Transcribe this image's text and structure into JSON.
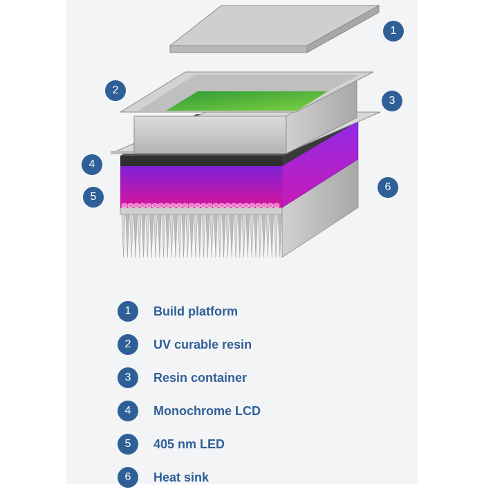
{
  "callouts": [
    "1",
    "2",
    "3",
    "4",
    "5",
    "6"
  ],
  "legend": [
    {
      "number": "1",
      "label": "Build platform"
    },
    {
      "number": "2",
      "label": "UV curable resin"
    },
    {
      "number": "3",
      "label": "Resin container"
    },
    {
      "number": "4",
      "label": "Monochrome LCD"
    },
    {
      "number": "5",
      "label": "405 nm LED"
    },
    {
      "number": "6",
      "label": "Heat sink"
    }
  ],
  "colors": {
    "accent": "#2f5f97",
    "panel_background": "#f3f4f6",
    "metal": "#c8c8c8",
    "resin": "#3fae3a",
    "lcd": "#333333",
    "led_top": "#8a2be2",
    "led_bottom": "#d6159a"
  }
}
